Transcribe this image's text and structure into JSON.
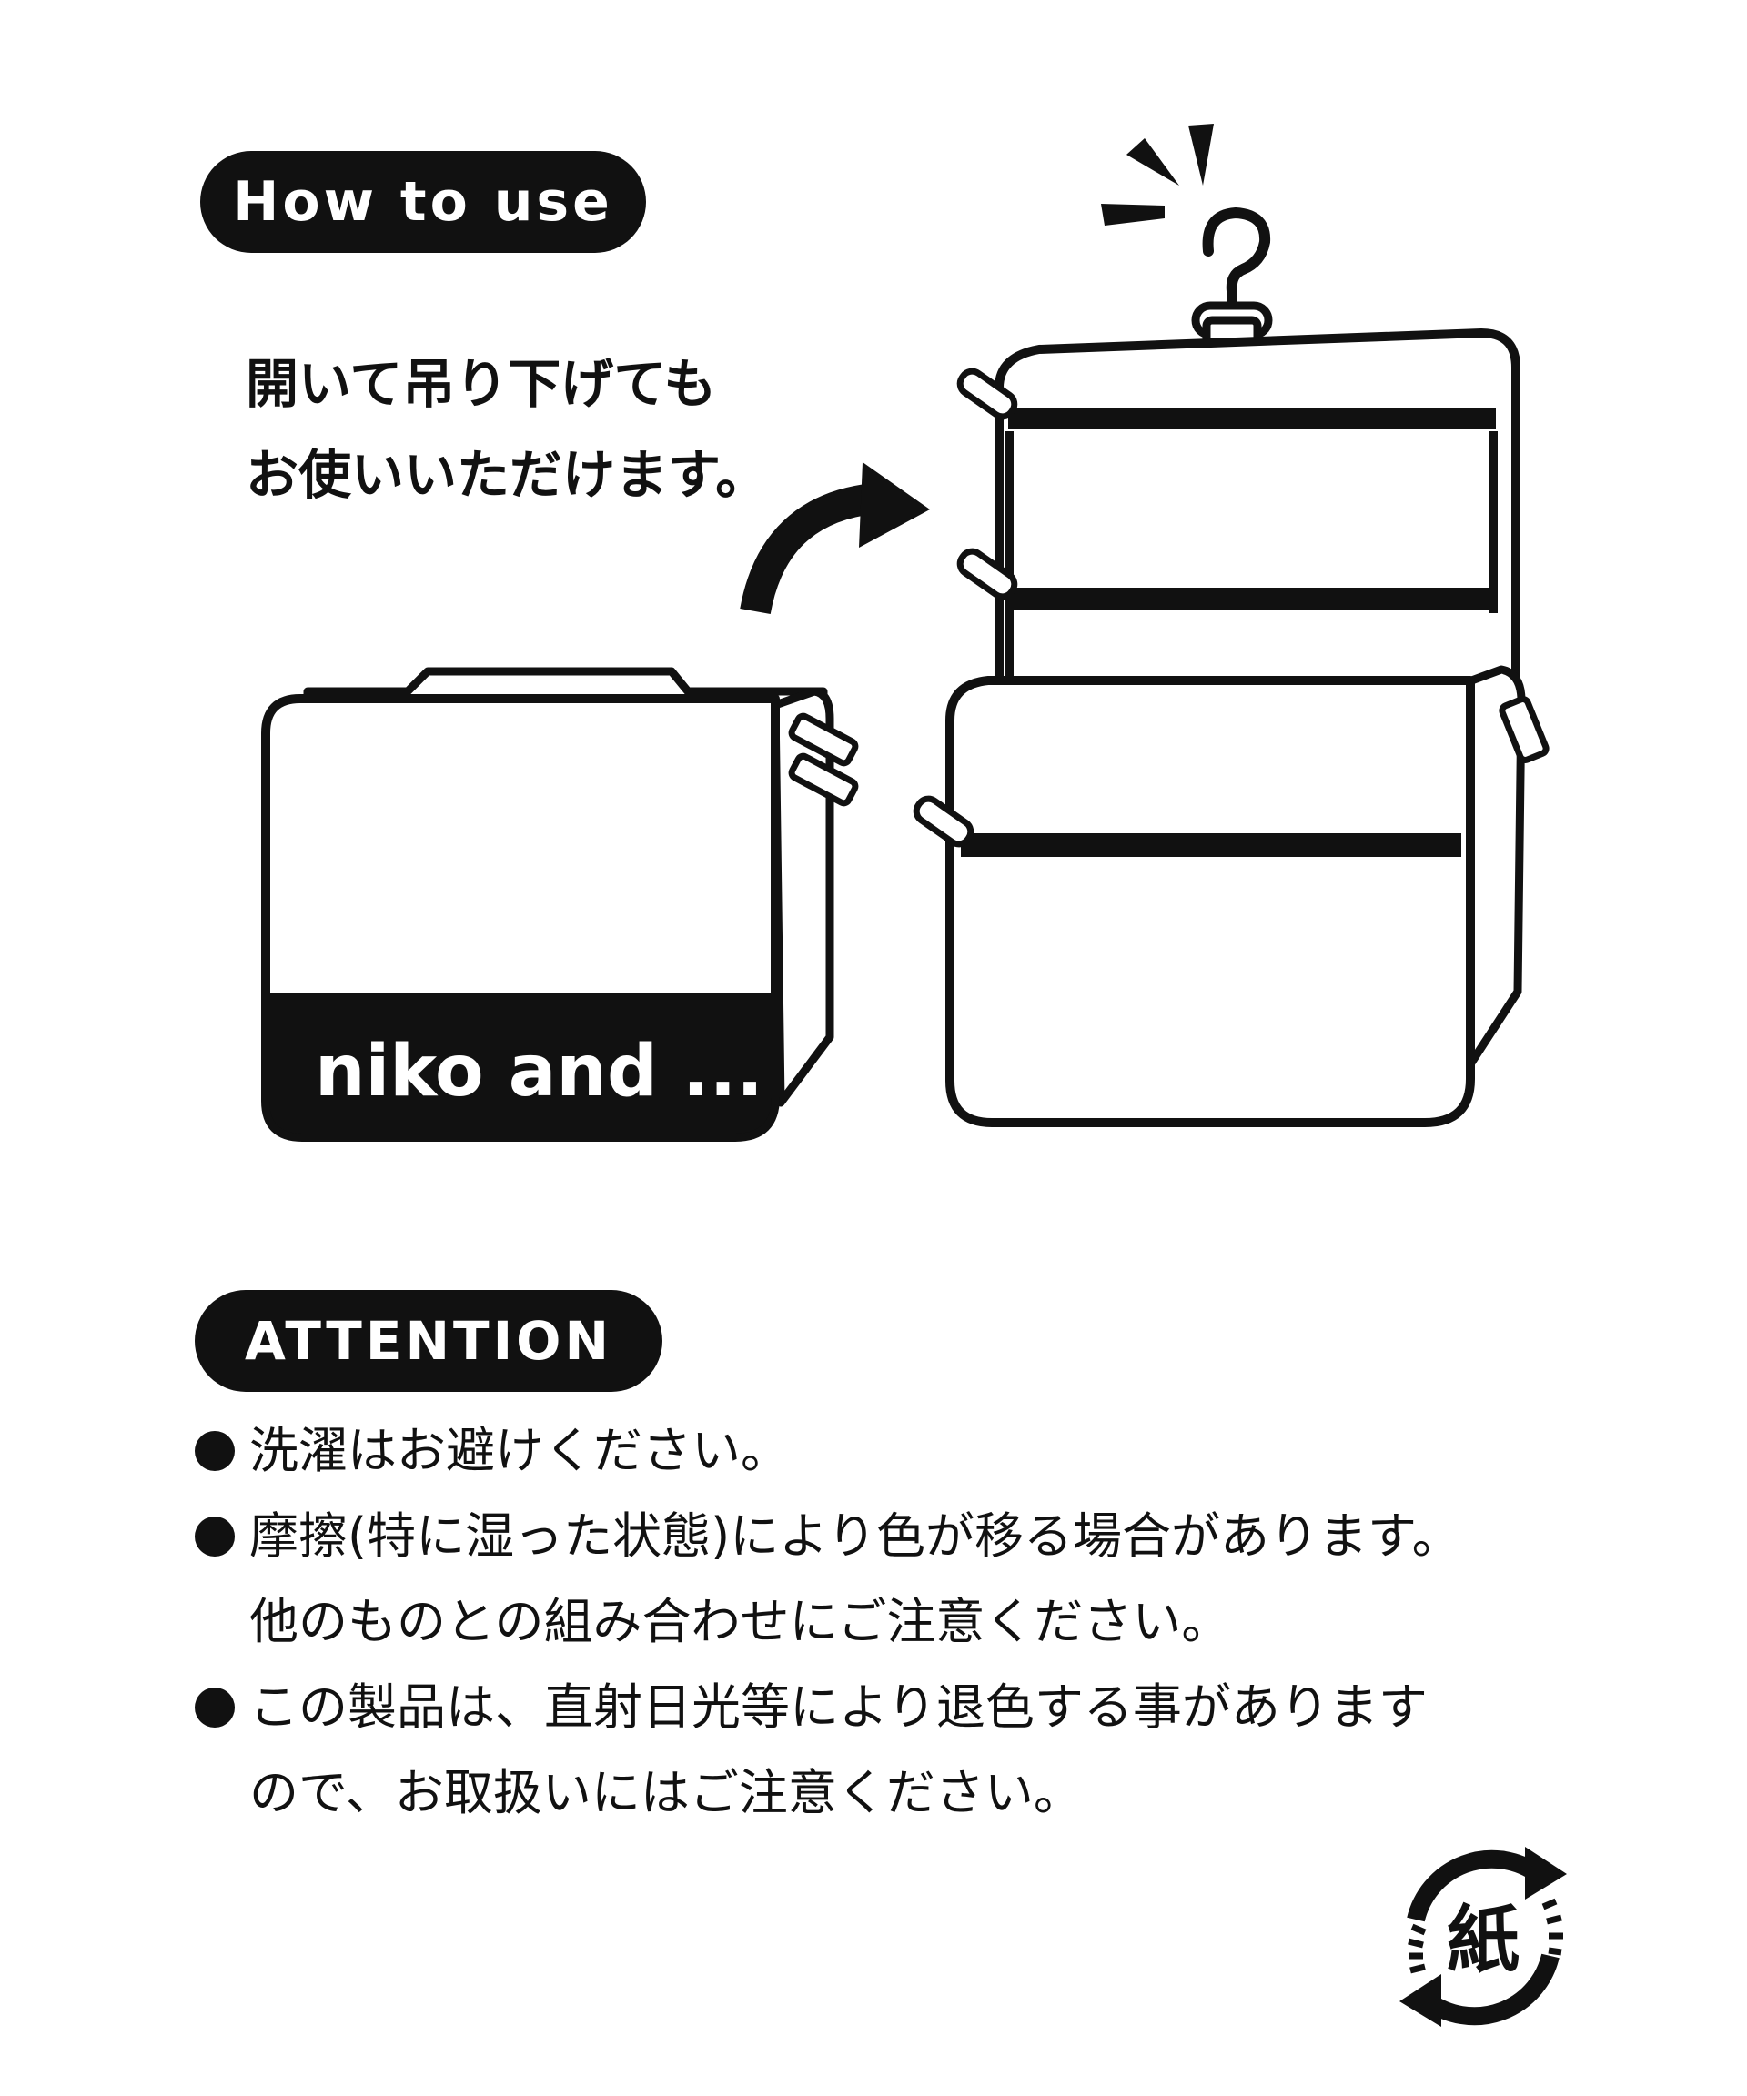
{
  "how_to_use": {
    "heading": "How to use",
    "text_line1": "開いて吊り下げても",
    "text_line2": "お使いいただけます。"
  },
  "illustration": {
    "closed_pouch_brand": "niko and ..."
  },
  "attention": {
    "heading": "ATTENTION",
    "items": [
      {
        "lines": [
          "洗濯はお避けください。"
        ]
      },
      {
        "lines": [
          "摩擦(特に湿った状態)により色が移る場合があります。",
          "他のものとの組み合わせにご注意ください。"
        ]
      },
      {
        "lines": [
          "この製品は、直射日光等により退色する事があります",
          "ので、お取扱いにはご注意ください。"
        ]
      }
    ]
  },
  "recycle_mark": {
    "label": "紙",
    "icon": "paper-recycling-icon"
  },
  "colors": {
    "ink": "#111111",
    "background": "#ffffff"
  }
}
